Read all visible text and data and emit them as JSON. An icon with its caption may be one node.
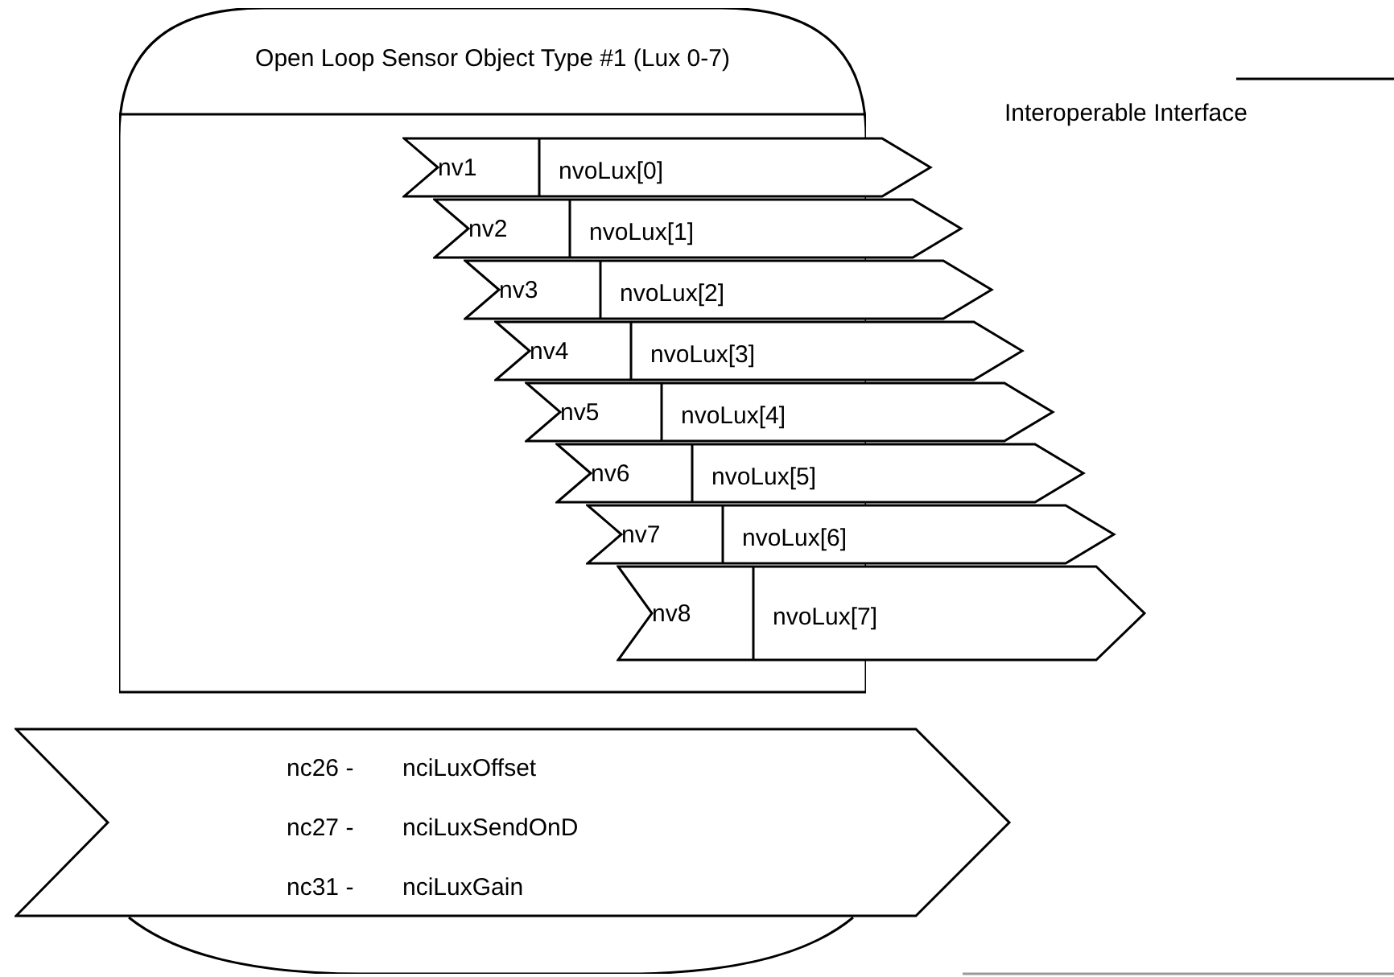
{
  "diagram": {
    "nodes": [
      {
        "text": [
          "Open Loop Sensor Object Type #1 (Lux 0-7)"
        ]
      },
      {
        "text": [
          "nv1",
          "nvoLux[0]"
        ]
      },
      {
        "text": [
          "nv2",
          "nvoLux[1]"
        ]
      },
      {
        "text": [
          "nv3",
          "nvoLux[2]"
        ]
      },
      {
        "text": [
          "nv4",
          "nvoLux[3]"
        ]
      },
      {
        "text": [
          "nv5",
          "nvoLux[4]"
        ]
      },
      {
        "text": [
          "nv6",
          "nvoLux[5]"
        ]
      },
      {
        "text": [
          "nv7",
          "nvoLux[6]"
        ]
      },
      {
        "text": [
          "nv8",
          "nvoLux[7]"
        ]
      },
      {
        "text": [
          "nc26 -",
          "nciLuxOffset",
          "nc27 -",
          "nciLuxSendOnD",
          "nc31 -",
          "nciLuxGain"
        ]
      }
    ],
    "edges": [],
    "labels": [
      "Interoperable Interface"
    ]
  }
}
